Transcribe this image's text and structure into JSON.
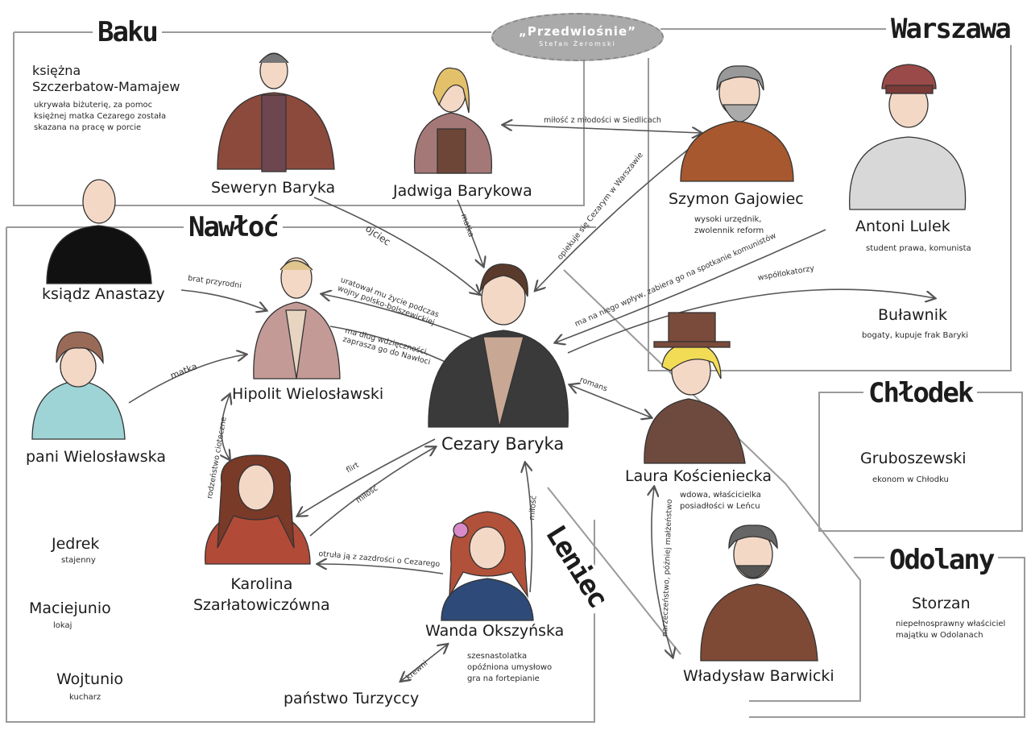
{
  "title": {
    "main": "„Przedwiośnie”",
    "author": "Stefan Żeromski"
  },
  "regions": {
    "baku": "Baku",
    "warszawa": "Warszawa",
    "nawloc": "Nawłoć",
    "chlodek": "Chłodek",
    "odolany": "Odolany",
    "leniec": "Leniec"
  },
  "characters": {
    "szczerbatow_name": "księżna\nSzczerbatow-Mamajew",
    "szczerbatow_desc": "ukrywała biżuterię, za pomoc\nksiężnej matka Cezarego została\nskazana na pracę w porcie",
    "seweryn": "Seweryn Baryka",
    "jadwiga": "Jadwiga Barykowa",
    "szymon": "Szymon Gajowiec",
    "szymon_desc": "wysoki urzędnik,\nzwolennik reform",
    "lulek": "Antoni Lulek",
    "lulek_desc": "student prawa, komunista",
    "anastazy": "ksiądz Anastazy",
    "hipolit": "Hipolit Wielosławski",
    "pani_wiel": "pani Wielosławska",
    "cezary": "Cezary Baryka",
    "bulawnik": "Buławnik",
    "bulawnik_desc": "bogaty, kupuje frak Baryki",
    "gruboszewski": "Gruboszewski",
    "gruboszewski_desc": "ekonom w Chłodku",
    "laura": "Laura Kościeniecka",
    "laura_desc": "wdowa, właścicielka\nposiadłości w Leńcu",
    "karolina": "Karolina\nSzarłatowiczówna",
    "wanda": "Wanda Okszyńska",
    "wanda_desc": "szesnastolatka\nopóźniona umysłowo\ngra na fortepianie",
    "turzyccy": "państwo Turzyccy",
    "jedrek": "Jedrek",
    "jedrek_desc": "stajenny",
    "maciejunio": "Maciejunio",
    "maciejunio_desc": "lokaj",
    "wojtunio": "Wojtunio",
    "wojtunio_desc": "kucharz",
    "storzan": "Storzan",
    "storzan_desc": "niepełnosprawny właściciel\nmajątku w Odolanach",
    "barwicki": "Władysław Barwicki"
  },
  "relations": {
    "milosc_mlodosci": "miłość z młodości w Siedlicach",
    "ojciec": "ojciec",
    "matka1": "matka",
    "opiekuje": "opiekuje się Cezarym w Warszawie",
    "wplyw": "ma na niego wpływ, zabiera go na spotkanie komunistów",
    "wspollokatorzy": "współlokatorzy",
    "brat": "brat przyrodni",
    "uratowal": "uratował mu życie podczas\nwojny polsko-bolszewickiej",
    "dlug": "ma dług wdzięczności,\nzaprasza go do Nawłoci",
    "matka2": "matka",
    "rodzenstwo": "rodzeństwo cioteczne",
    "flirt": "flirt",
    "milosc": "miłość",
    "romans": "romans",
    "otrula": "otruła ją z zazdrości o Cezarego",
    "milosc2": "miłość",
    "krewni": "krewni",
    "narzeczenstwo": "narzeczeństwo, później małżeństwo"
  }
}
